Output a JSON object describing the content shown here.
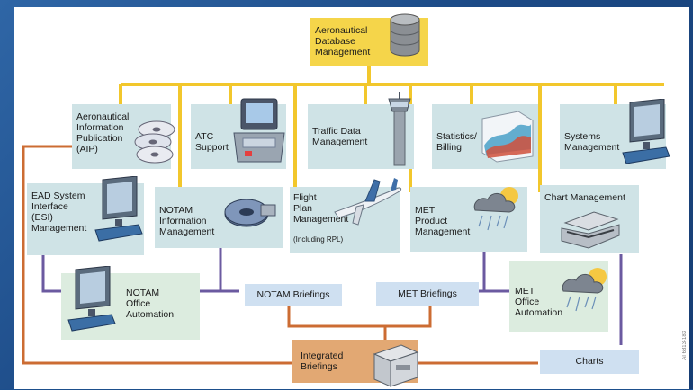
{
  "colors": {
    "background": "#1d4f8c",
    "canvas": "#ffffff",
    "module_box": "#cfe3e6",
    "database_box": "#f5d54a",
    "integrated_box": "#e2a873",
    "briefing_box": "#cfe0f1",
    "automation_box": "#dcecdf",
    "yellow_line": "#f2c72c",
    "orange_line": "#cc6c33",
    "purple_line": "#6b5aa0"
  },
  "nodes": {
    "database": "Aeronautical\nDatabase\nManagement",
    "aip": "Aeronautical\nInformation\nPublication\n(AIP)",
    "atc": "ATC\nSupport",
    "traffic": "Traffic Data\nManagement",
    "stats": "Statistics/\nBilling",
    "systems": "Systems\nManagement",
    "esi": "EAD System\nInterface\n(ESI)\nManagement",
    "notam_info": "NOTAM\nInformation\nManagement",
    "flight_plan": "Flight\nPlan\nManagement",
    "flight_plan_sub": "(Including RPL)",
    "met_product": "MET\nProduct\nManagement",
    "chart_mgmt": "Chart Management",
    "notam_office": "NOTAM\nOffice\nAutomation",
    "notam_briefings": "NOTAM Briefings",
    "met_briefings": "MET Briefings",
    "met_office": "MET\nOffice\nAutomation",
    "integrated": "Integrated\nBriefings",
    "charts": "Charts"
  },
  "icons": {
    "database": "database-cylinder-icon",
    "aip": "disc-stack-icon",
    "atc": "atc-console-icon",
    "traffic": "control-tower-icon",
    "stats": "3d-chart-icon",
    "systems": "computer-terminal-icon",
    "esi": "computer-terminal-icon",
    "notam_info": "data-disc-icon",
    "flight_plan": "airplane-icon",
    "met_product": "weather-cloud-sun-icon",
    "chart_mgmt": "scanner-icon",
    "notam_office": "computer-terminal-icon",
    "met_office": "weather-cloud-sun-icon",
    "integrated": "printer-icon"
  },
  "figure_code": "AI 6813-183"
}
